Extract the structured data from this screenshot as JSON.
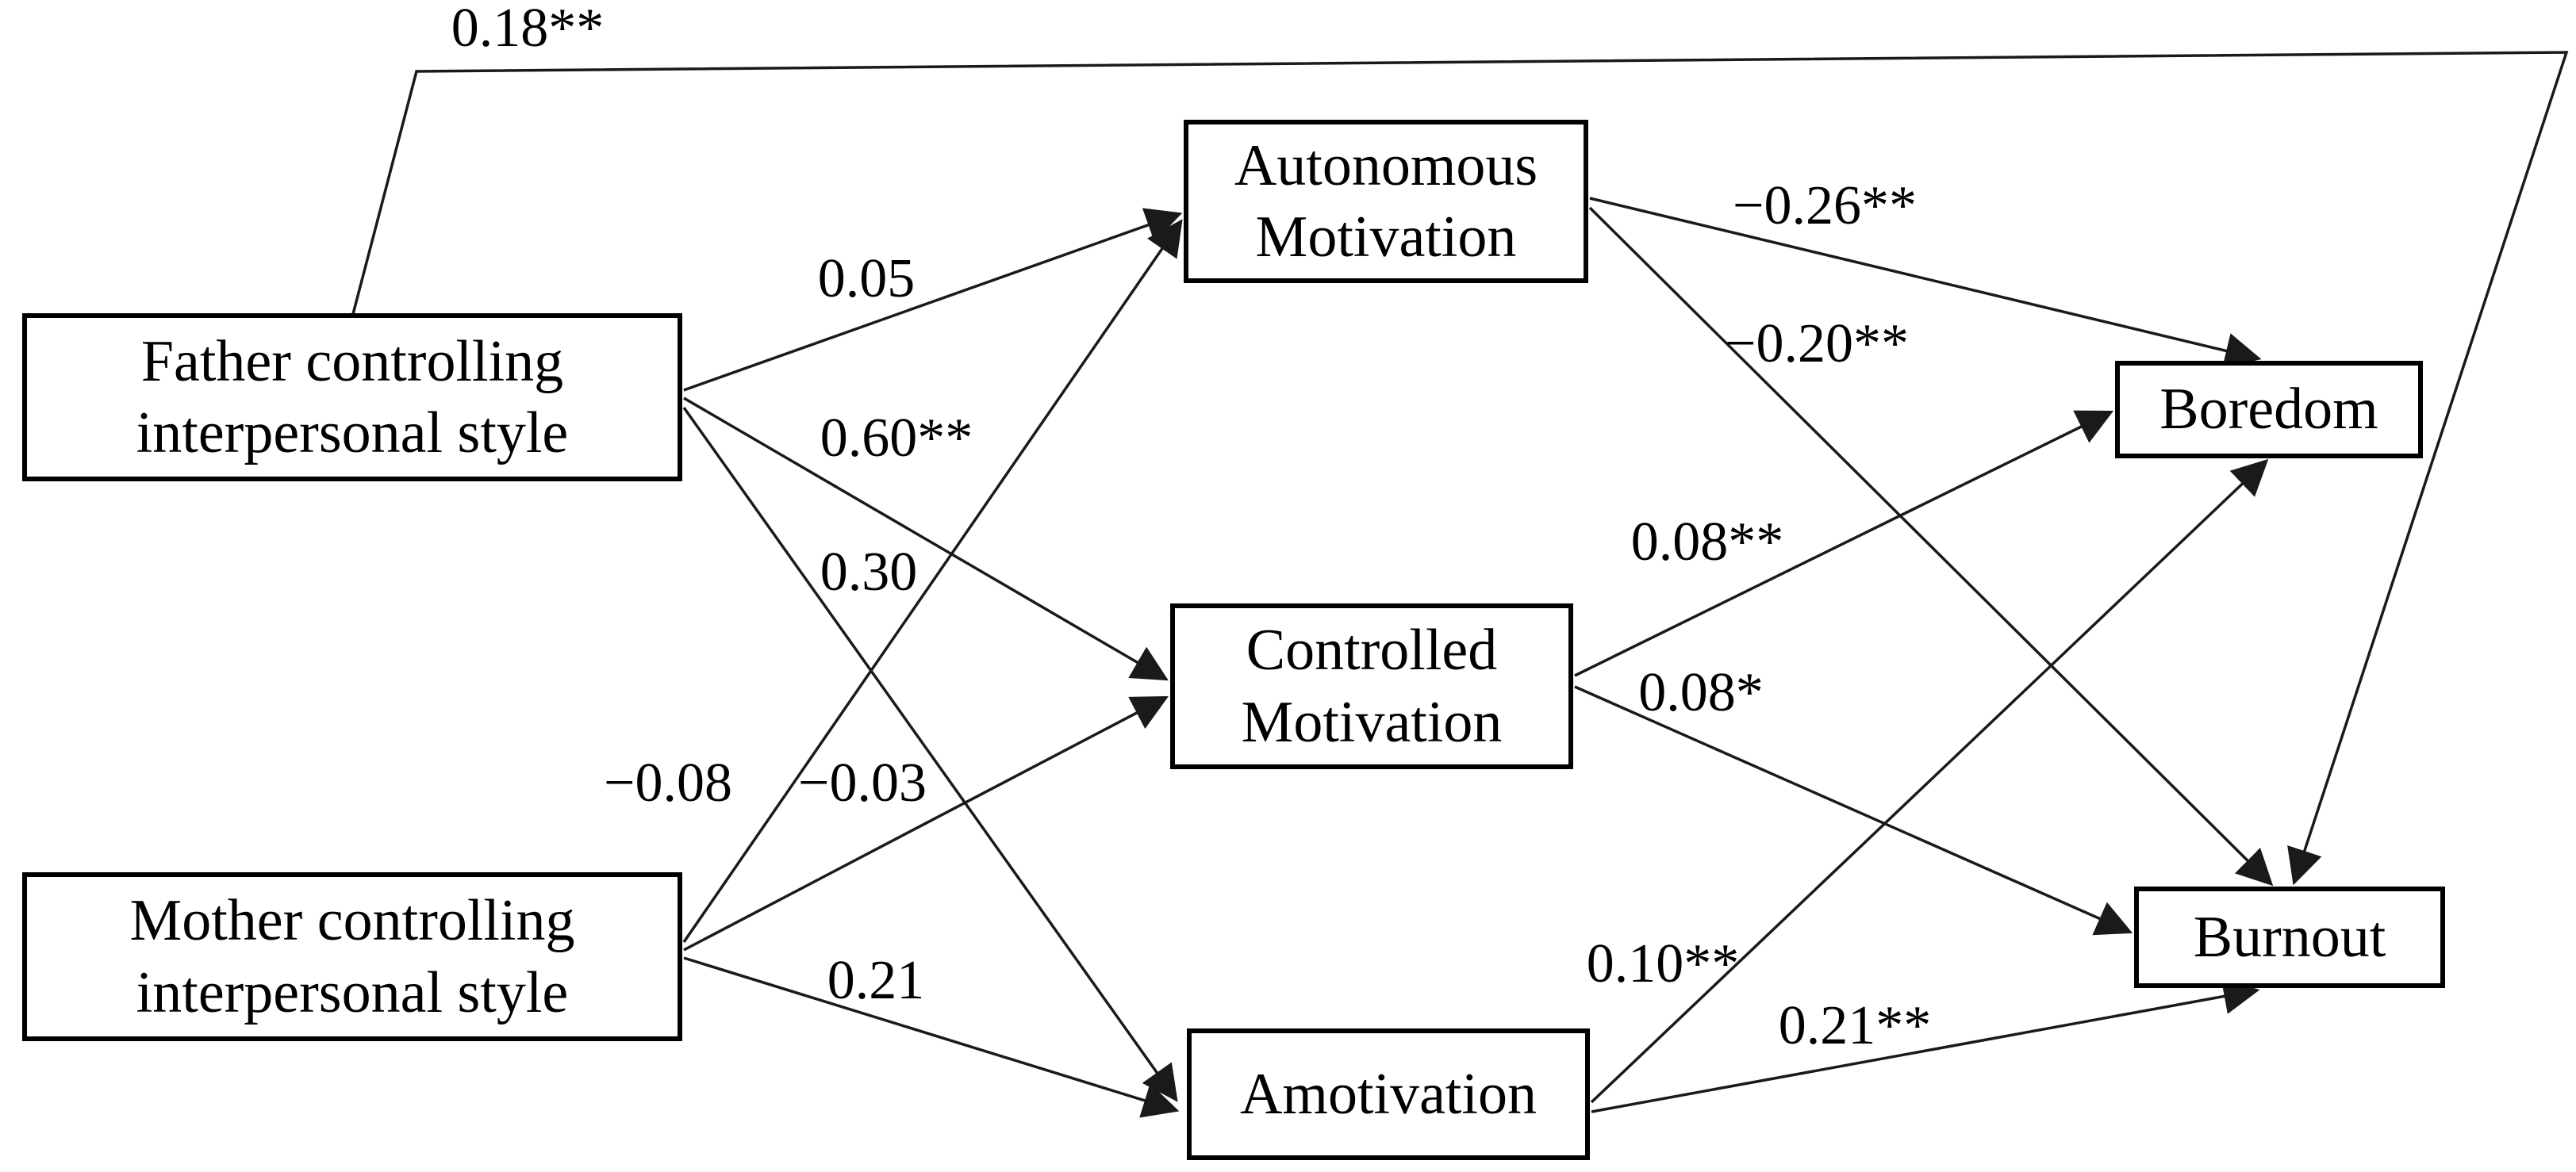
{
  "nodes": {
    "father": {
      "label": "Father controlling\ninterpersonal style"
    },
    "mother": {
      "label": "Mother controlling\ninterpersonal style"
    },
    "autonomous": {
      "label": "Autonomous\nMotivation"
    },
    "controlled": {
      "label": "Controlled\nMotivation"
    },
    "amotivation": {
      "label": "Amotivation"
    },
    "boredom": {
      "label": "Boredom"
    },
    "burnout": {
      "label": "Burnout"
    }
  },
  "edges": {
    "father_autonomous": {
      "label": "0.05"
    },
    "father_controlled": {
      "label": "0.60**"
    },
    "father_amotivation": {
      "label": "0.30"
    },
    "father_burnout_direct": {
      "label": "0.18**"
    },
    "mother_autonomous": {
      "label": "−0.08"
    },
    "mother_controlled": {
      "label": "−0.03"
    },
    "mother_amotivation": {
      "label": "0.21"
    },
    "autonomous_boredom": {
      "label": "−0.26**"
    },
    "autonomous_burnout": {
      "label": "−0.20**"
    },
    "controlled_boredom": {
      "label": "0.08**"
    },
    "controlled_burnout": {
      "label": "0.08*"
    },
    "amotivation_boredom": {
      "label": "0.10**"
    },
    "amotivation_burnout": {
      "label": "0.21**"
    }
  },
  "colors": {
    "line": "#1a1a1a",
    "box_border": "#000000",
    "background": "#ffffff",
    "text": "#000000"
  }
}
